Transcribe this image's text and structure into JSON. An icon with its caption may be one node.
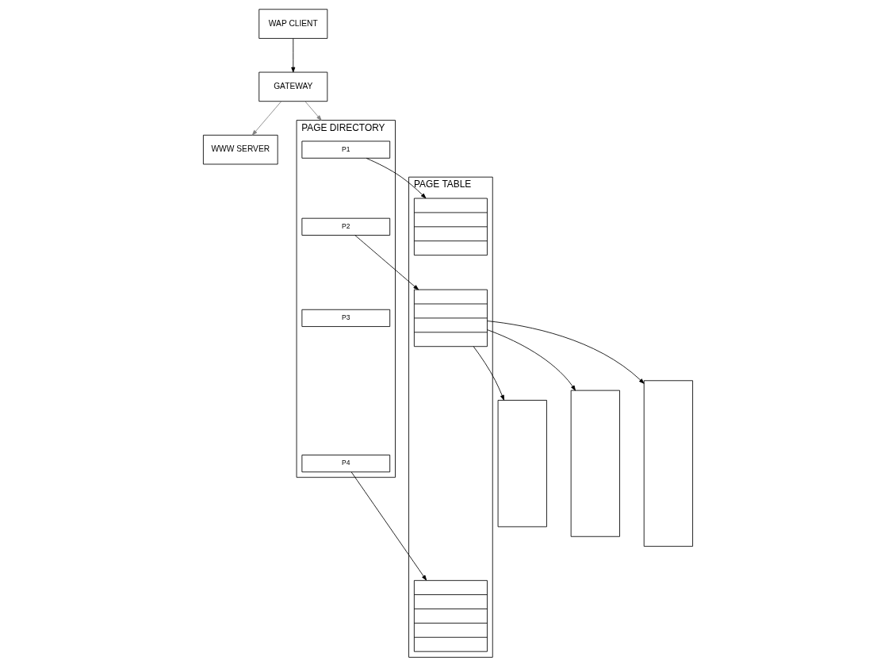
{
  "diagram": {
    "nodes": [
      {
        "text": [
          "WAP CLIENT"
        ]
      },
      {
        "text": [
          "GATEWAY"
        ]
      },
      {
        "text": [
          "WWW SERVER"
        ]
      },
      {
        "text": [
          "PAGE DIRECTORY"
        ]
      },
      {
        "text": [
          "P1"
        ],
        "in": 3
      },
      {
        "text": [
          "P2"
        ],
        "in": 3
      },
      {
        "text": [
          "P3"
        ],
        "in": 3
      },
      {
        "text": [
          "P4"
        ],
        "in": 3
      },
      {
        "text": [
          "PAGE TABLE"
        ]
      },
      {
        "text": [],
        "shape": "box",
        "in": 8
      },
      {
        "text": [],
        "shape": "box",
        "in": 8
      },
      {
        "text": [],
        "shape": "box",
        "in": 8
      },
      {
        "text": [],
        "shape": "box"
      },
      {
        "text": [],
        "shape": "box"
      },
      {
        "text": [],
        "shape": "box"
      }
    ],
    "edges": [
      {
        "from": 0,
        "to": 1,
        "arrow": "to"
      },
      {
        "from": 1,
        "to": 2,
        "arrow": "to",
        "color": "#808080"
      },
      {
        "from": 1,
        "to": 3,
        "arrow": "to",
        "color": "#808080"
      },
      {
        "from": 4,
        "to": 9,
        "arrow": "to"
      },
      {
        "from": 5,
        "to": 10,
        "arrow": "to"
      },
      {
        "from": 7,
        "to": 11,
        "arrow": "to"
      },
      {
        "from": 10,
        "to": 12,
        "arrow": "to"
      },
      {
        "from": 10,
        "to": 13,
        "arrow": "to"
      },
      {
        "from": 10,
        "to": 14,
        "arrow": "to"
      }
    ]
  }
}
